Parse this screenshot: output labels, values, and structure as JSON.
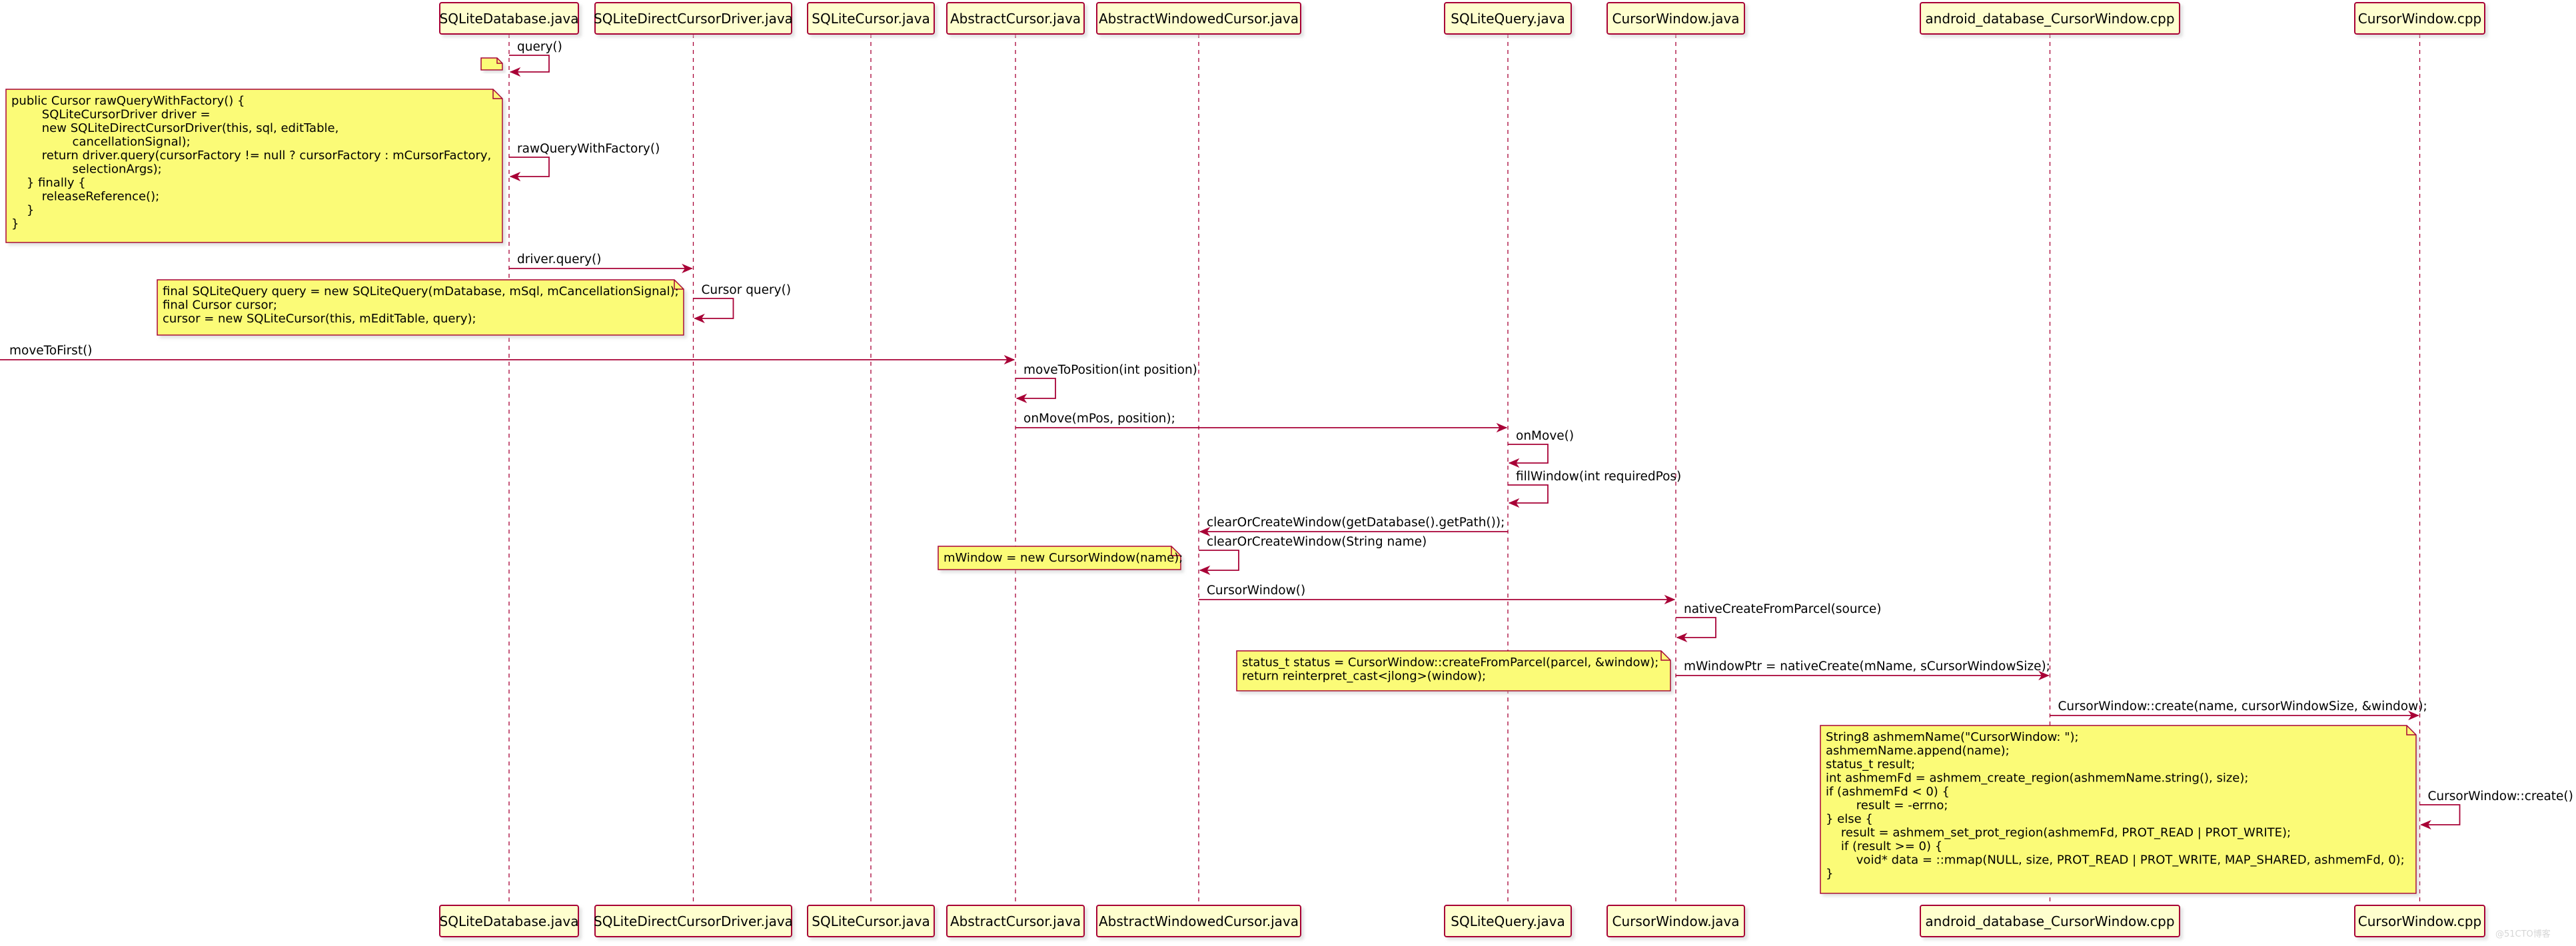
{
  "participants": [
    {
      "id": "sqlitedb",
      "label": "SQLiteDatabase.java"
    },
    {
      "id": "driver",
      "label": "SQLiteDirectCursorDriver.java"
    },
    {
      "id": "cursor",
      "label": "SQLiteCursor.java"
    },
    {
      "id": "abscursor",
      "label": "AbstractCursor.java"
    },
    {
      "id": "abswindowed",
      "label": "AbstractWindowedCursor.java"
    },
    {
      "id": "query",
      "label": "SQLiteQuery.java"
    },
    {
      "id": "cursorwindow",
      "label": "CursorWindow.java"
    },
    {
      "id": "androidcw",
      "label": "android_database_CursorWindow.cpp"
    },
    {
      "id": "cwcpp",
      "label": "CursorWindow.cpp"
    }
  ],
  "messages": [
    {
      "id": "m-query",
      "from": "sqlitedb",
      "to": "sqlitedb",
      "label": "query()",
      "self": true
    },
    {
      "id": "m-rawquery",
      "from": "sqlitedb",
      "to": "sqlitedb",
      "label": "rawQueryWithFactory()",
      "self": true
    },
    {
      "id": "m-driver-query",
      "from": "sqlitedb",
      "to": "driver",
      "label": "driver.query()"
    },
    {
      "id": "m-cursor-query",
      "from": "driver",
      "to": "driver",
      "label": "Cursor query()",
      "self": true
    },
    {
      "id": "m-movetofirst",
      "from": "left-edge",
      "to": "abscursor",
      "label": "moveToFirst()"
    },
    {
      "id": "m-movetoposition",
      "from": "abscursor",
      "to": "abscursor",
      "label": "moveToPosition(int position)",
      "self": true
    },
    {
      "id": "m-onmove-call",
      "from": "abscursor",
      "to": "query",
      "label": "onMove(mPos, position);"
    },
    {
      "id": "m-onmove",
      "from": "query",
      "to": "query",
      "label": "onMove()",
      "self": true
    },
    {
      "id": "m-fillwindow",
      "from": "query",
      "to": "query",
      "label": "fillWindow(int requiredPos)",
      "self": true
    },
    {
      "id": "m-clearorcreate-call",
      "from": "query",
      "to": "abswindowed",
      "label": "clearOrCreateWindow(getDatabase().getPath());"
    },
    {
      "id": "m-clearorcreate",
      "from": "abswindowed",
      "to": "abswindowed",
      "label": "clearOrCreateWindow(String name)",
      "self": true
    },
    {
      "id": "m-cursorwindow-ctor",
      "from": "abswindowed",
      "to": "cursorwindow",
      "label": "CursorWindow()"
    },
    {
      "id": "m-nativecreatefromparcel",
      "from": "cursorwindow",
      "to": "cursorwindow",
      "label": "nativeCreateFromParcel(source)",
      "self": true
    },
    {
      "id": "m-nativecreate",
      "from": "cursorwindow",
      "to": "androidcw",
      "label": "mWindowPtr = nativeCreate(mName, sCursorWindowSize);"
    },
    {
      "id": "m-cwcreate-call",
      "from": "androidcw",
      "to": "cwcpp",
      "label": "CursorWindow::create(name, cursorWindowSize, &window);"
    },
    {
      "id": "m-cwcreate",
      "from": "cwcpp",
      "to": "cwcpp",
      "label": "CursorWindow::create()",
      "self": true
    }
  ],
  "notes": [
    {
      "id": "note-query",
      "lines": []
    },
    {
      "id": "note-rawquery",
      "lines": [
        "public Cursor rawQueryWithFactory() {",
        "        SQLiteCursorDriver driver =",
        "        new SQLiteDirectCursorDriver(this, sql, editTable,",
        "                cancellationSignal);",
        "        return driver.query(cursorFactory != null ? cursorFactory : mCursorFactory,",
        "                selectionArgs);",
        "    } finally {",
        "        releaseReference();",
        "    }",
        "}"
      ]
    },
    {
      "id": "note-cursor-query",
      "lines": [
        "final SQLiteQuery query = new SQLiteQuery(mDatabase, mSql, mCancellationSignal);",
        "final Cursor cursor;",
        "cursor = new SQLiteCursor(this, mEditTable, query);"
      ]
    },
    {
      "id": "note-mwindow",
      "lines": [
        "mWindow = new CursorWindow(name);"
      ]
    },
    {
      "id": "note-status",
      "lines": [
        "status_t status = CursorWindow::createFromParcel(parcel, &window);",
        "return reinterpret_cast<jlong>(window);"
      ]
    },
    {
      "id": "note-ashmem",
      "lines": [
        "String8 ashmemName(\"CursorWindow: \");",
        "ashmemName.append(name);",
        "status_t result;",
        "int ashmemFd = ashmem_create_region(ashmemName.string(), size);",
        "if (ashmemFd < 0) {",
        "        result = -errno;",
        "} else {",
        "    result = ashmem_set_prot_region(ashmemFd, PROT_READ | PROT_WRITE);",
        "    if (result >= 0) {",
        "        void* data = ::mmap(NULL, size, PROT_READ | PROT_WRITE, MAP_SHARED, ashmemFd, 0);",
        "}"
      ]
    }
  ],
  "watermark": "@51CTO博客",
  "colors": {
    "participant_fill": "#FEFECE",
    "participant_border": "#A80036",
    "lifeline": "#A80036",
    "arrow": "#A80036",
    "note_fill": "#FBFB77",
    "note_border": "#A80036"
  }
}
